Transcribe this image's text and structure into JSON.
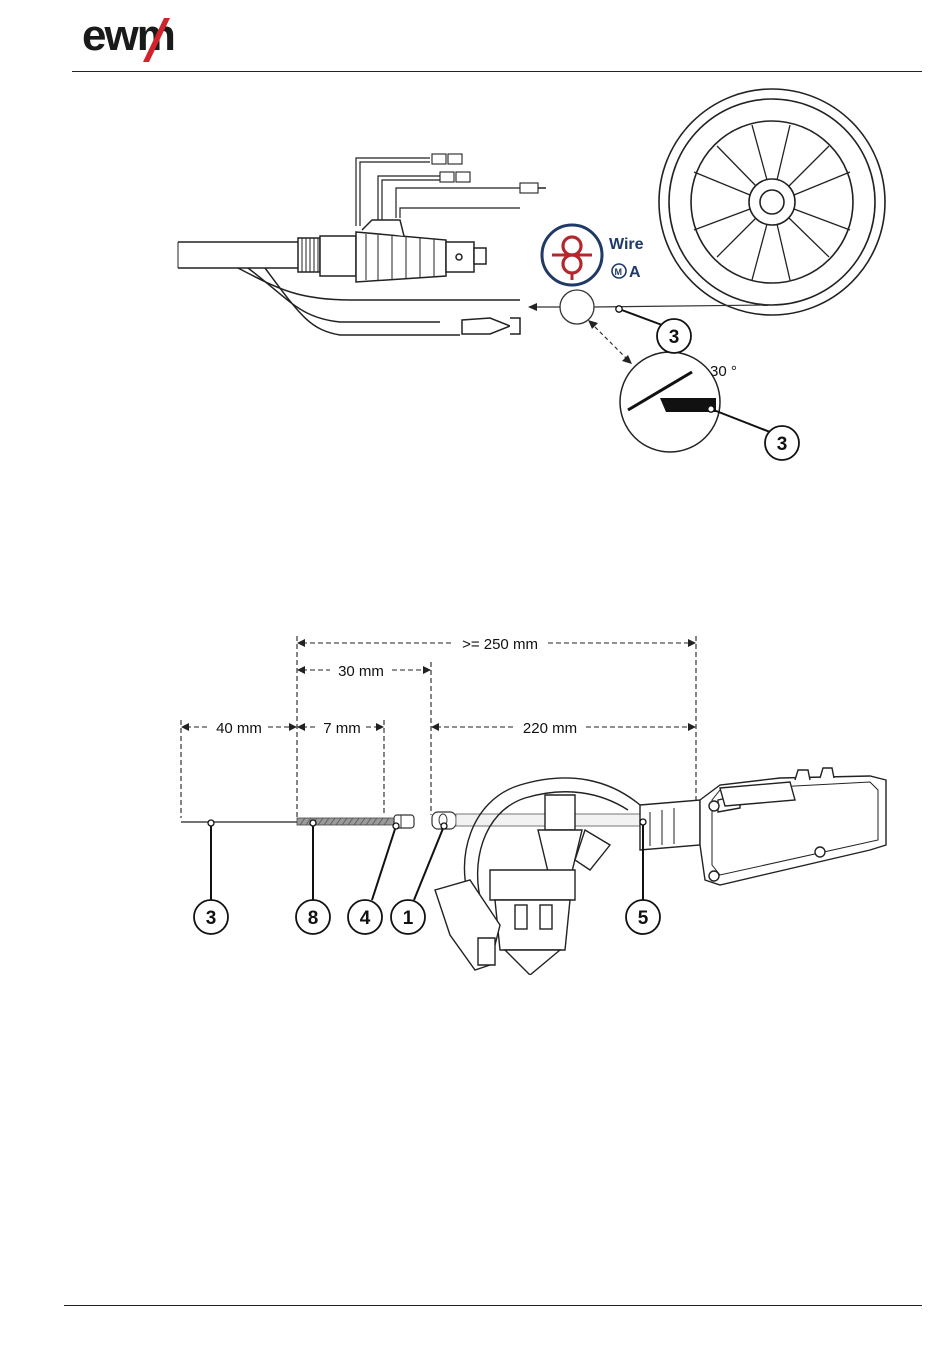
{
  "header": {
    "brand": "ewm",
    "brand_color": "#1a1a1a",
    "accent_color": "#d2232a"
  },
  "figure_top": {
    "icon": "wire-reel-symbol-icon",
    "symbol_color": "#b3282d",
    "symbol_ring_color": "#1f3a66",
    "wire_label": "Wire",
    "inch_key_label": "A",
    "inch_key_badge": "M",
    "angle_label": "30 °",
    "callouts": [
      "3",
      "3"
    ]
  },
  "figure_bottom": {
    "dimensions": {
      "total": ">= 250 mm",
      "upper": "30 mm",
      "left": "40 mm",
      "mid": "7 mm",
      "right": "220 mm"
    },
    "callouts": [
      "3",
      "8",
      "4",
      "1",
      "5"
    ]
  }
}
